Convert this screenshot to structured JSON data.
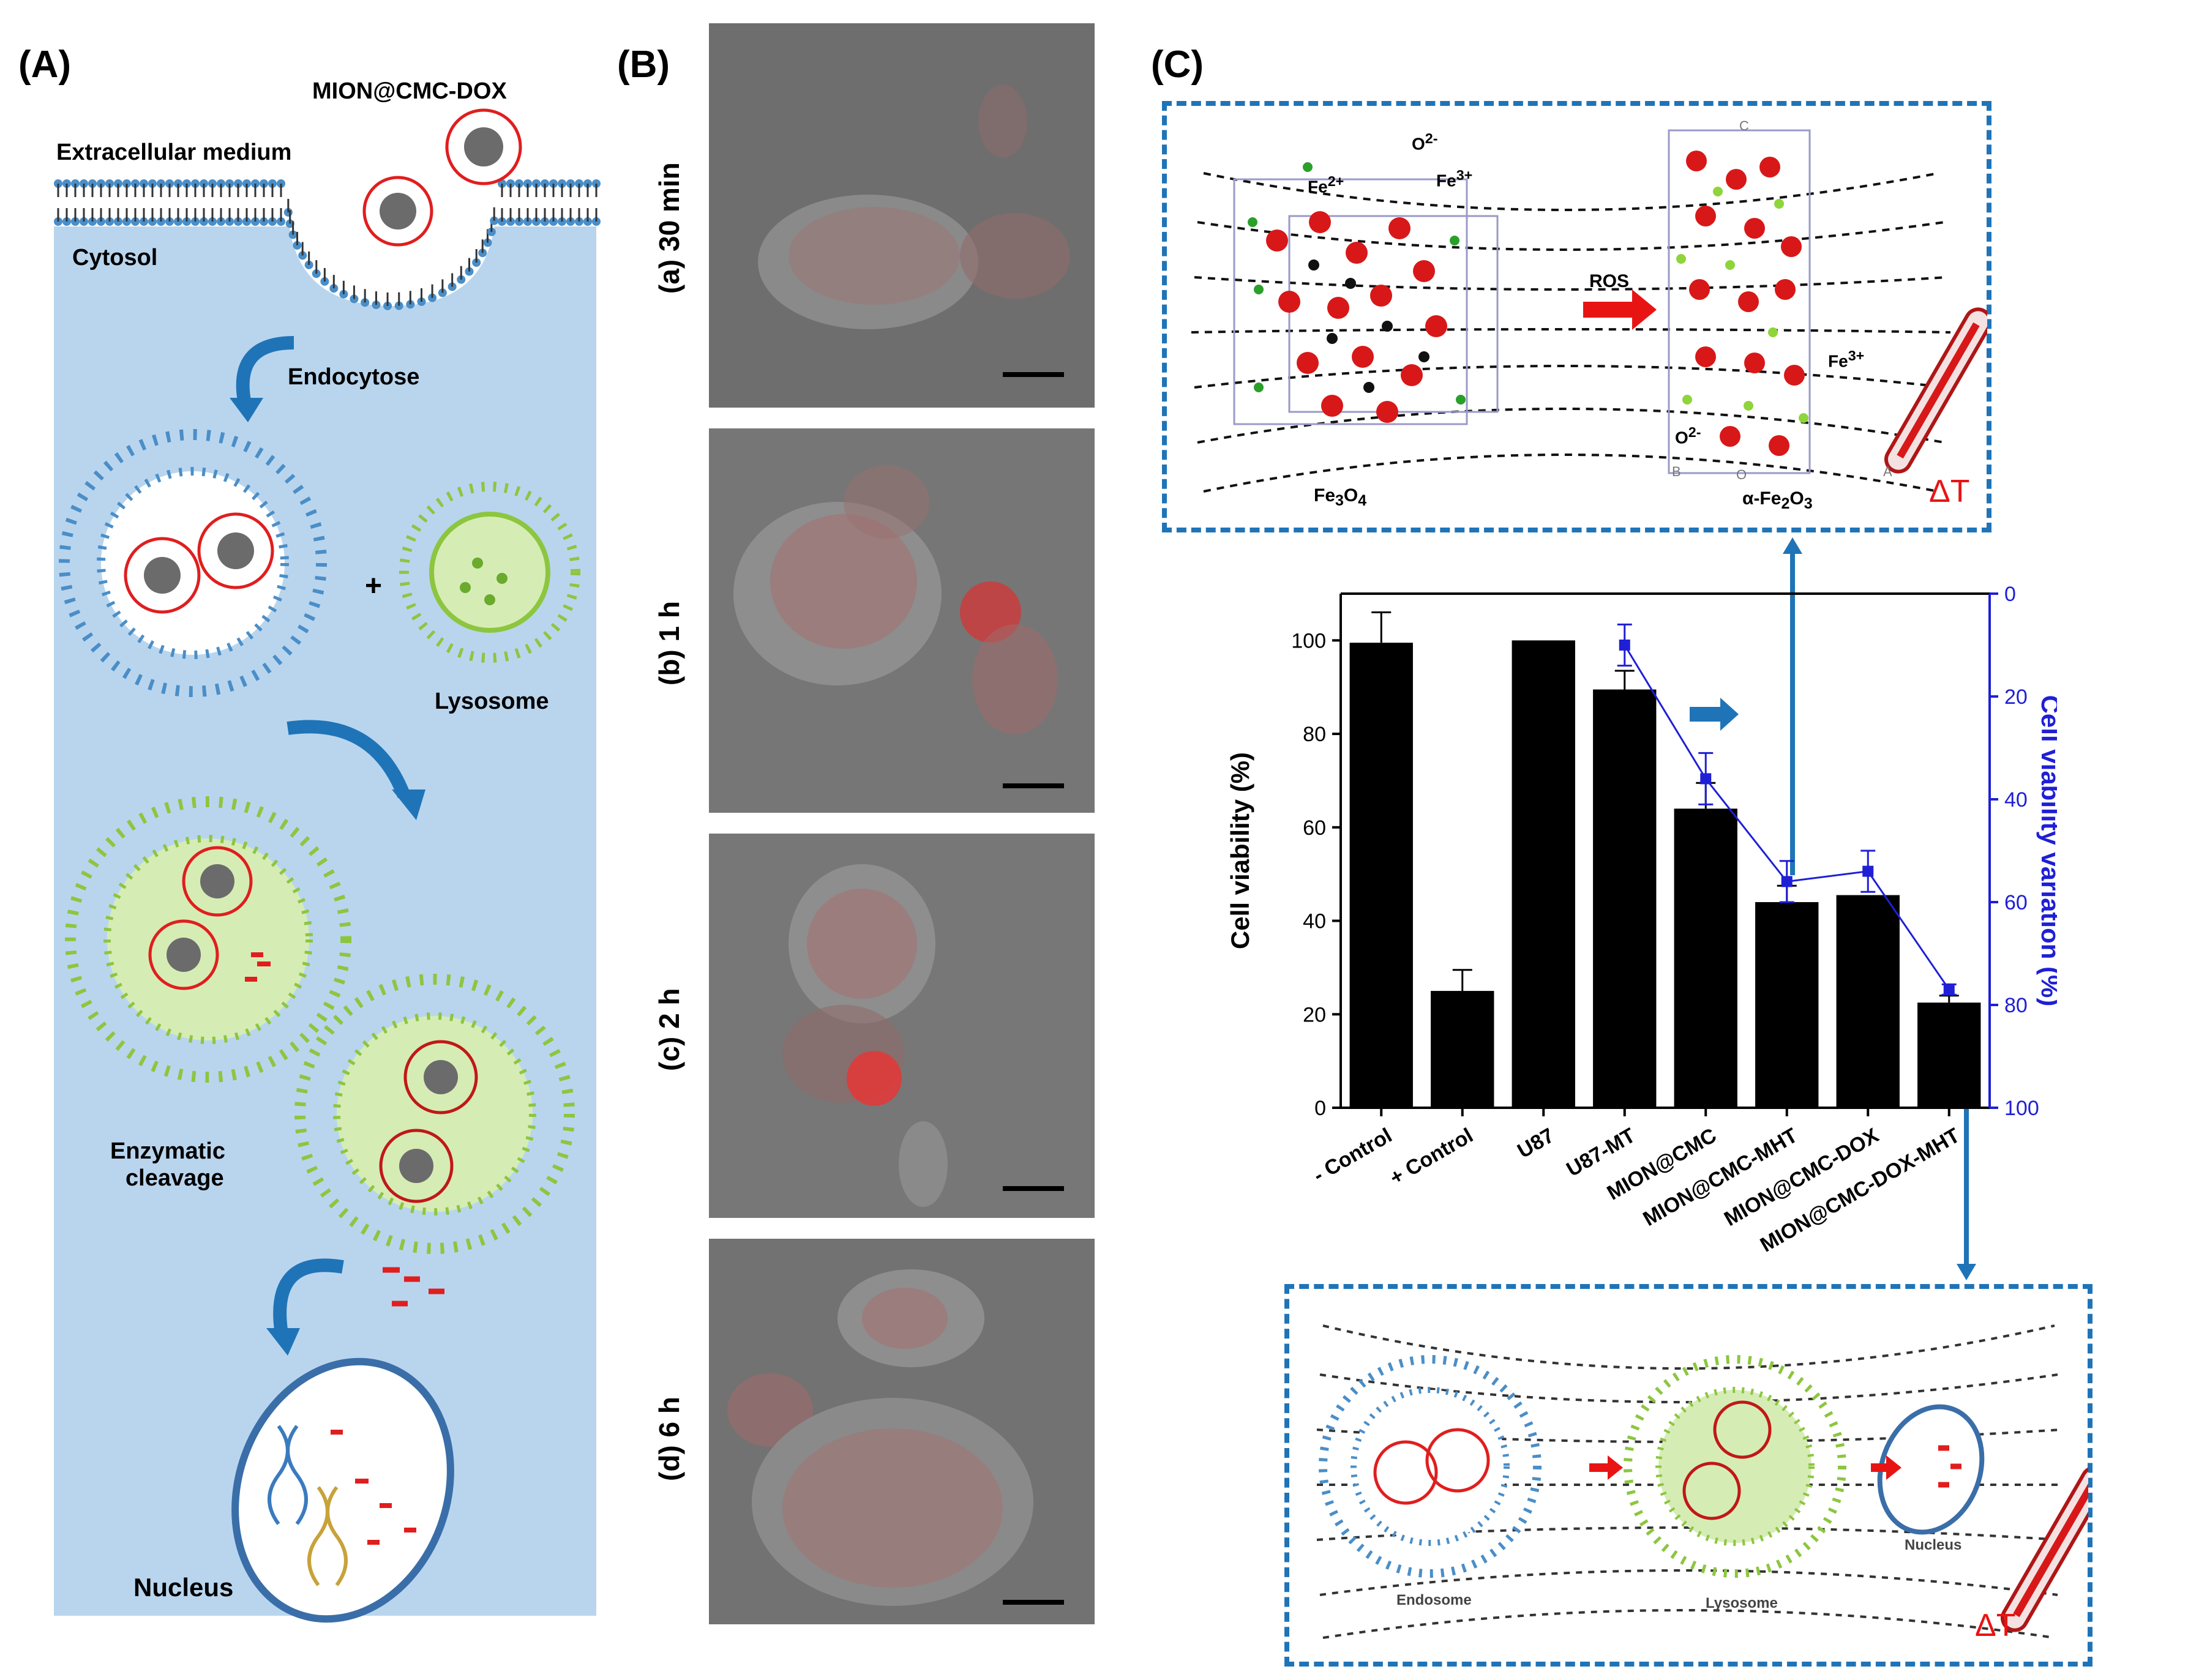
{
  "panels": {
    "a": {
      "letter": "(A)",
      "nanoparticle": "MION@CMC-DOX",
      "extracellular": "Extracellular medium",
      "cytosol": "Cytosol",
      "endocytose": "Endocytose",
      "plus": "+",
      "lysosome": "Lysosome",
      "enzymatic_1": "Enzymatic",
      "enzymatic_2": "cleavage",
      "nucleus": "Nucleus",
      "colors": {
        "cytosol_bg": "#b9d5ee",
        "endosome_blue": "#4a8ec8",
        "lysosome_green": "#8cc63f",
        "drug_red": "#e01e1e"
      }
    },
    "b": {
      "letter": "(B)",
      "times": [
        "(a) 30 min",
        "(b) 1 h",
        "(c) 2 h",
        "(d) 6 h"
      ]
    },
    "c": {
      "letter": "(C)",
      "top_box": {
        "o2_label": "O",
        "o2_sup": "2-",
        "fe2_label": "Fe",
        "fe2_sup": "2+",
        "fe3_label": "Fe",
        "fe3_sup": "3+",
        "ros": "ROS",
        "fe3_right": "Fe",
        "fe3_right_sup": "3+",
        "o2_right": "O",
        "o2_right_sup": "2-",
        "axis_b": "B",
        "axis_o": "O",
        "axis_a": "A",
        "axis_c": "C",
        "fe3o4": "Fe",
        "fe3o4_sub1": "3",
        "fe3o4_mid": "O",
        "fe3o4_sub2": "4",
        "fe2o3": "α-Fe",
        "fe2o3_sub1": "2",
        "fe2o3_mid": "O",
        "fe2o3_sub2": "3",
        "delta_t": "ΔT"
      },
      "bottom_box": {
        "endosome": "Endosome",
        "lysosome": "Lysosome",
        "nucleus": "Nucleus",
        "delta_t": "ΔT"
      }
    }
  },
  "chart_data": {
    "type": "bar",
    "categories": [
      "- Control",
      "+ Control",
      "U87",
      "U87-MT",
      "MION@CMC",
      "MION@CMC-MHT",
      "MION@CMC-DOX",
      "MION@CMC-DOX-MHT"
    ],
    "ylabel": "Cell viability (%)",
    "y2label": "Cell viability variation (%)",
    "ylim": [
      0,
      110
    ],
    "yticks": [
      "0",
      "20",
      "40",
      "60",
      "80",
      "100"
    ],
    "y2lim": [
      0,
      100
    ],
    "y2ticks": [
      "0",
      "20",
      "40",
      "60",
      "80",
      "100"
    ],
    "y2_inverted": true,
    "series": [
      {
        "type": "bar",
        "values": [
          99.5,
          25,
          100,
          89.5,
          64,
          44,
          45.5,
          22.5
        ],
        "errors": [
          6.5,
          4.5,
          0,
          4,
          5.5,
          3.5,
          0,
          1.5
        ],
        "color": "#000000"
      },
      {
        "type": "line",
        "axis": "right",
        "x_index": [
          3,
          4,
          5,
          6,
          7
        ],
        "values": [
          10,
          36,
          56,
          54,
          77
        ],
        "errors": [
          4,
          5,
          4,
          4,
          1
        ],
        "color": "#1f1fd6"
      }
    ],
    "colors": {
      "axis_right": "#1f1fd6",
      "arrow": "#1f74b8"
    }
  }
}
